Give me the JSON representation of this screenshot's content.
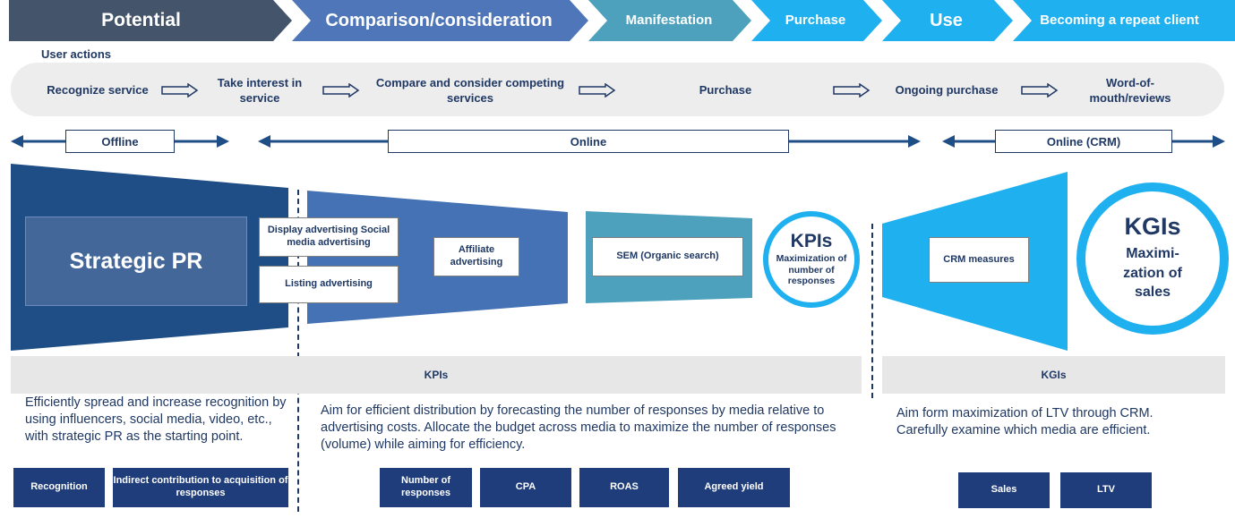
{
  "stages": [
    {
      "label": "Potential",
      "color": "#44546a"
    },
    {
      "label": "Comparison/consideration",
      "color": "#4f76b8"
    },
    {
      "label": "Manifestation",
      "color": "#4ea1bc"
    },
    {
      "label": "Purchase",
      "color": "#1fb0ef"
    },
    {
      "label": "Use",
      "color": "#1fb0ef"
    },
    {
      "label": "Becoming a repeat client",
      "color": "#1fb0ef"
    }
  ],
  "user_actions": {
    "title": "User actions",
    "steps": [
      "Recognize service",
      "Take interest in service",
      "Compare and consider competing services",
      "Purchase",
      "Ongoing purchase",
      "Word-of-mouth/reviews"
    ]
  },
  "channels": {
    "offline": "Offline",
    "online": "Online",
    "online_crm": "Online (CRM)"
  },
  "funnel": {
    "strategic_pr": "Strategic PR",
    "display_social": "Display advertising Social media advertising",
    "listing": "Listing advertising",
    "affiliate": "Affiliate advertising",
    "sem": "SEM (Organic search)",
    "crm": "CRM measures",
    "colors": {
      "dark": "#1f4e86",
      "mid": "#4472b4",
      "teal": "#4ea1bc",
      "bright": "#1fb0ef"
    }
  },
  "kpi_circle": {
    "title": "KPIs",
    "text": "Maximization of number of responses"
  },
  "kgi_circle": {
    "title": "KGIs",
    "text": "Maximi-zation of sales"
  },
  "bars": {
    "kpis": "KPIs",
    "kgis": "KGIs"
  },
  "descriptions": {
    "pr": "Efficiently spread and increase recognition by using influencers, social media, video, etc., with strategic PR as the starting point.",
    "ads": "Aim for efficient distribution by forecasting the number of responses by media relative to advertising costs. Allocate the budget across media to maximize the number of responses (volume) while aiming for efficiency.",
    "crm": "Aim form maximization of LTV through CRM. Carefully examine which media are efficient."
  },
  "metrics": {
    "recognition": "Recognition",
    "indirect": "Indirect contribution to acquisition of responses",
    "responses": "Number of responses",
    "cpa": "CPA",
    "roas": "ROAS",
    "yield": "Agreed yield",
    "sales": "Sales",
    "ltv": "LTV"
  }
}
